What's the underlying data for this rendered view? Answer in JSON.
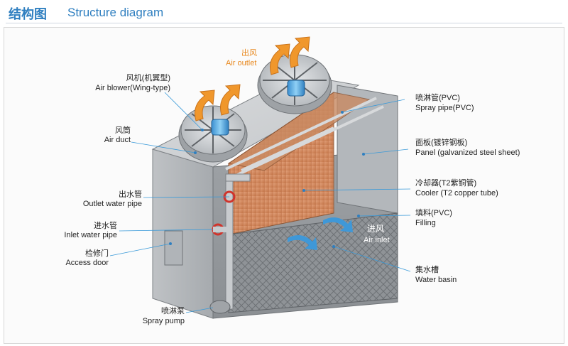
{
  "header": {
    "title_cn": "结构图",
    "title_en": "Structure diagram"
  },
  "colors": {
    "accent_blue": "#2f7fc0",
    "air_outlet_orange": "#e8881e",
    "copper": "#d4875a",
    "leader_blue": "#3a9ad9"
  },
  "labels": {
    "air_outlet": {
      "cn": "出风",
      "en": "Air outlet"
    },
    "air_blower": {
      "cn": "风机(机翼型)",
      "en": "Air blower(Wing-type)"
    },
    "air_duct": {
      "cn": "风筒",
      "en": "Air duct"
    },
    "outlet_water_pipe": {
      "cn": "出水管",
      "en": "Outlet water pipe"
    },
    "inlet_water_pipe": {
      "cn": "进水管",
      "en": "Inlet water pipe"
    },
    "access_door": {
      "cn": "检修门",
      "en": "Access door"
    },
    "spray_pump": {
      "cn": "喷淋泵",
      "en": "Spray pump"
    },
    "spray_pipe": {
      "cn": "喷淋管(PVC)",
      "en": "Spray pipe(PVC)"
    },
    "panel": {
      "cn": "面板(镀锌钢板)",
      "en": "Panel (galvanized steel sheet)"
    },
    "cooler": {
      "cn": "冷却器(T2紫铜管)",
      "en": "Cooler (T2 copper tube)"
    },
    "filling": {
      "cn": "填料(PVC)",
      "en": "Filling"
    },
    "air_inlet": {
      "cn": "进风",
      "en": "Air inlet"
    },
    "water_basin": {
      "cn": "集水槽",
      "en": "Water basin"
    }
  }
}
